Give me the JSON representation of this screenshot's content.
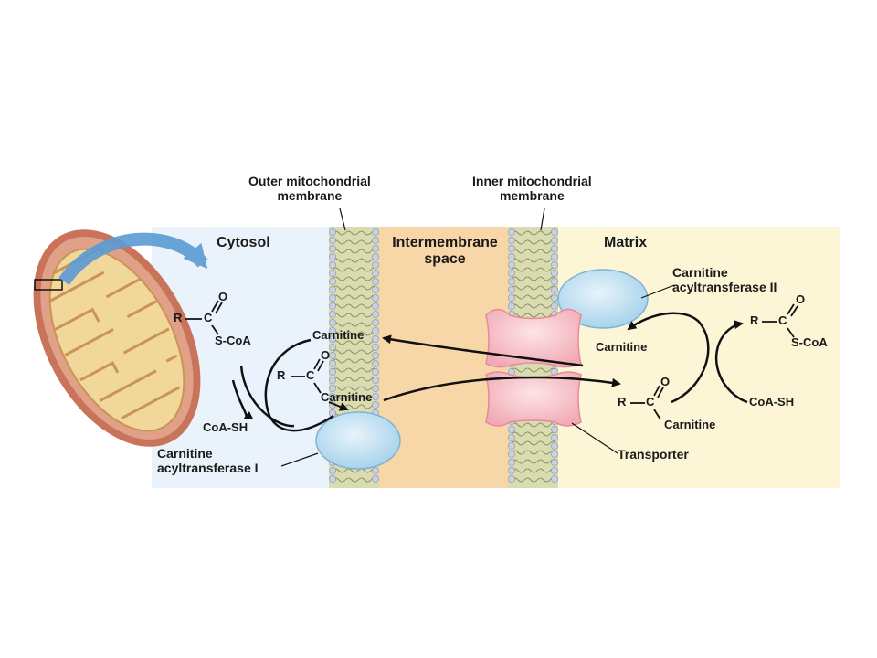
{
  "callouts": {
    "outer_membrane": [
      "Outer mitochondrial",
      "membrane"
    ],
    "inner_membrane": [
      "Inner mitochondrial",
      "membrane"
    ]
  },
  "regions": {
    "cytosol": "Cytosol",
    "intermembrane_space": [
      "Intermembrane",
      "space"
    ],
    "matrix": "Matrix"
  },
  "cytosol_side": {
    "acyl_coa": {
      "r": "R",
      "c": "C",
      "o": "O",
      "coa": "S-CoA"
    },
    "coa_sh": "CoA-SH",
    "acyl_carnitine": {
      "r": "R",
      "c": "C",
      "o": "O",
      "carnitine": "Carnitine"
    },
    "free_carnitine": "Carnitine",
    "enzyme": [
      "Carnitine",
      "acyltransferase I"
    ]
  },
  "matrix_side": {
    "enzyme": [
      "Carnitine",
      "acyltransferase II"
    ],
    "free_carnitine": "Carnitine",
    "acyl_carnitine": {
      "r": "R",
      "c": "C",
      "o": "O",
      "carnitine": "Carnitine"
    },
    "acyl_coa": {
      "r": "R",
      "c": "C",
      "o": "O",
      "coa": "S-CoA"
    },
    "coa_sh": "CoA-SH"
  },
  "transporter_label": "Transporter",
  "colors": {
    "cytosol": "#eaf3fb",
    "intermembrane": "#f7d6a7",
    "matrix": "#fdf6d6",
    "membrane_lipid": "#d9dcb0",
    "enzyme": "#bfe0f2",
    "transporter": "#f7c9cf",
    "mitochondrion_outer": "#c9735b",
    "mitochondrion_inner": "#f2d79a",
    "arrow_blue": "#5b9bd5"
  },
  "icons": [
    "mitochondrion-illustration",
    "zoom-arrow-icon",
    "zoom-box-icon",
    "reaction-arrow-icon"
  ]
}
